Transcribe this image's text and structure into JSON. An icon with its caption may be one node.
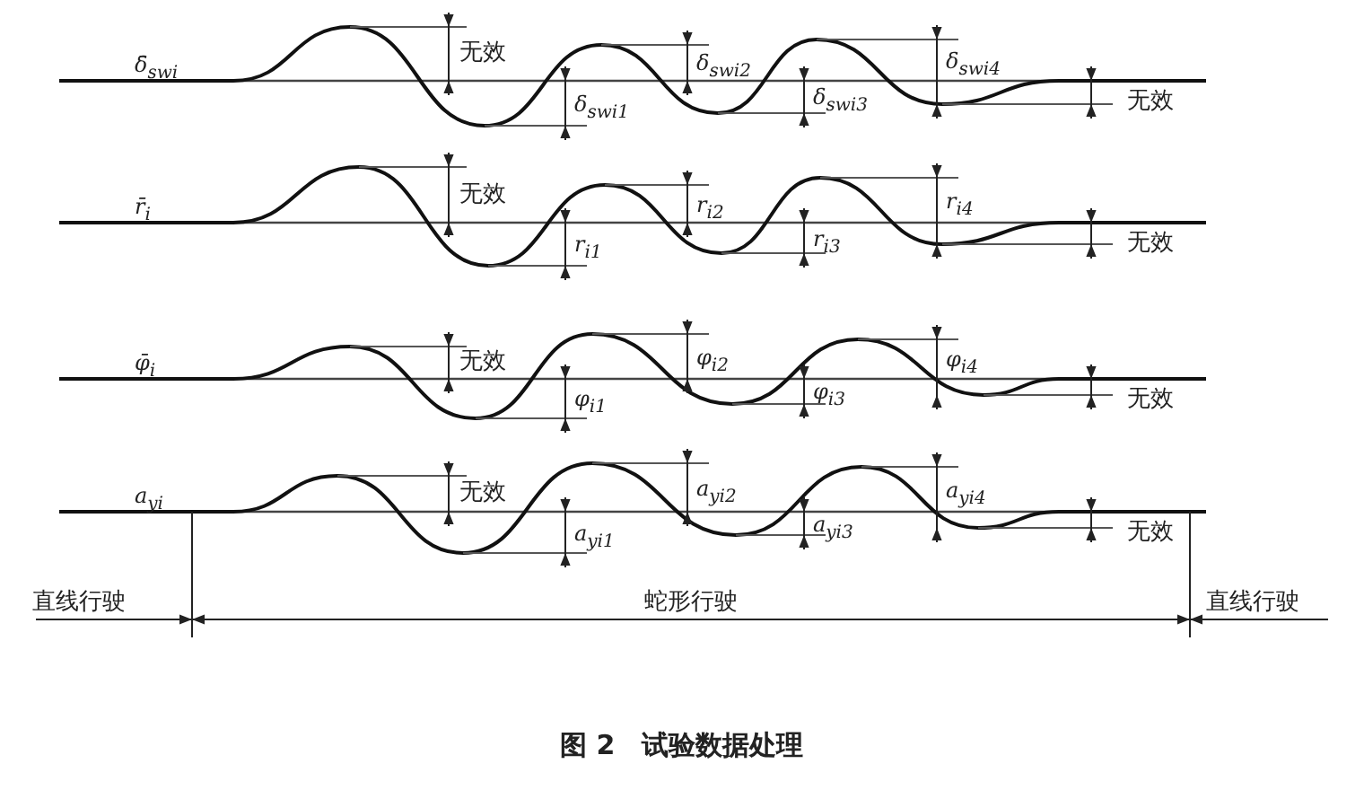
{
  "diagram": {
    "caption": "图 2　试验数据处理",
    "labels": [
      "δ̄$_{swi}$",
      "无效",
      "δ$_{swi1}$",
      "δ$_{swi2}$",
      "δ$_{swi3}$",
      "δ$_{swi4}$",
      "无效",
      "r̄$_{i}$",
      "无效",
      "r$_{i1}$",
      "r$_{i2}$",
      "r$_{i3}$",
      "r$_{i4}$",
      "无效",
      "φ̄$_{i}$",
      "无效",
      "φ$_{i1}$",
      "φ$_{i2}$",
      "φ$_{i3}$",
      "φ$_{i4}$",
      "无效",
      "a$_{yi}$",
      "无效",
      "a$_{yi1}$",
      "a$_{yi2}$",
      "a$_{yi3}$",
      "a$_{yi4}$",
      "无效",
      "直线行驶",
      "蛇形行驶",
      "直线行驶"
    ]
  }
}
